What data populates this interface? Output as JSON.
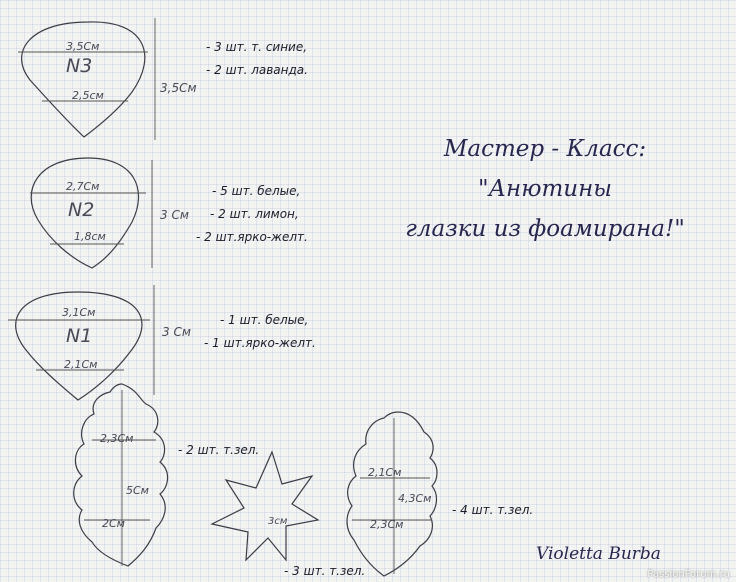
{
  "title": {
    "line1": "Мастер - Класс:",
    "line2": "\"Анютины",
    "line3": "глазки из фоамирана!\""
  },
  "patterns": {
    "n3": {
      "name": "N3",
      "top_width": "3,5См",
      "bottom_width": "2,5см",
      "height": "3,5См",
      "note1": "- 3 шт. т. синие,",
      "note2": "- 2 шт. лаванда."
    },
    "n2": {
      "name": "N2",
      "top_width": "2,7См",
      "bottom_width": "1,8см",
      "height": "3 См",
      "note1": "- 5 шт. белые,",
      "note2": "- 2 шт. лимон,",
      "note3": "- 2 шт.ярко-желт."
    },
    "n1": {
      "name": "N1",
      "top_width": "3,1См",
      "bottom_width": "2,1См",
      "height": "3 См",
      "note1": "- 1 шт. белые,",
      "note2": "- 1 шт.ярко-желт."
    },
    "leaf_left": {
      "top_width": "2,3См",
      "bottom_width": "2См",
      "height": "5См",
      "note": "- 2 шт. т.зел."
    },
    "star": {
      "size": "3см",
      "note": "- 3 шт. т.зел."
    },
    "leaf_right": {
      "top_width": "2,1См",
      "bottom_width": "2,3См",
      "height": "4,3См",
      "note": "- 4 шт. т.зел."
    }
  },
  "signature": "Violetta Burba",
  "watermark": "PassionForum.ru"
}
